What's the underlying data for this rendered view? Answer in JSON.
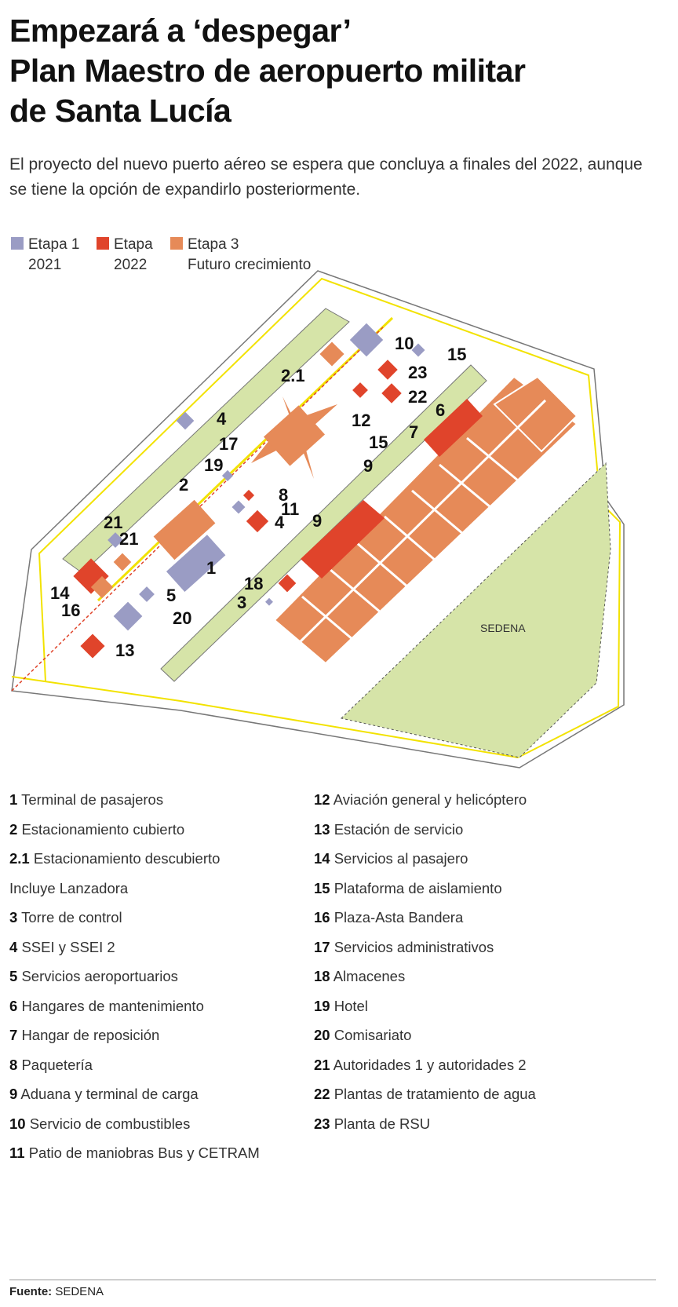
{
  "title": [
    "Empezará a ‘despegar’",
    "Plan Maestro de aeropuerto militar",
    "de Santa Lucía"
  ],
  "subtitle": "El proyecto del nuevo puerto aéreo se espera que concluya a finales del 2022, aunque se tiene la opción de expandirlo posteriormente.",
  "legend": [
    {
      "line1": "Etapa 1",
      "line2": "2021",
      "color": "#9a9cc4"
    },
    {
      "line1": "Etapa",
      "line2": "2022",
      "color": "#e0442b"
    },
    {
      "line1": "Etapa 3",
      "line2": "Futuro crecimiento",
      "color": "#e68a58"
    }
  ],
  "colors": {
    "green": "#d6e4a8",
    "yellow": "#f2e200",
    "outline": "#777777"
  },
  "map_labels": [
    "10",
    "15",
    "23",
    "22",
    "12",
    "15",
    "2.1",
    "4",
    "6",
    "7",
    "9",
    "17",
    "19",
    "8",
    "11",
    "4",
    "9",
    "2",
    "21",
    "21",
    "1",
    "18",
    "3",
    "5",
    "14",
    "16",
    "20",
    "13"
  ],
  "map_area_label": "SEDENA",
  "items_left": [
    {
      "n": "1",
      "t": "Terminal de pasajeros"
    },
    {
      "n": "2",
      "t": "Estacionamiento cubierto"
    },
    {
      "n": "2.1",
      "t": "Estacionamiento descubierto"
    },
    {
      "n": "",
      "t": "Incluye Lanzadora"
    },
    {
      "n": "3",
      "t": "Torre de control"
    },
    {
      "n": "4",
      "t": "SSEI y SSEI 2"
    },
    {
      "n": "5",
      "t": "Servicios aeroportuarios"
    },
    {
      "n": "6",
      "t": "Hangares de mantenimiento"
    },
    {
      "n": "7",
      "t": "Hangar de reposición"
    },
    {
      "n": "8",
      "t": "Paquetería"
    },
    {
      "n": "9",
      "t": "Aduana y terminal de carga"
    },
    {
      "n": "10",
      "t": "Servicio de combustibles"
    },
    {
      "n": "11",
      "t": "Patio de maniobras Bus y CETRAM"
    }
  ],
  "items_right": [
    {
      "n": "12",
      "t": "Aviación general y helicóptero"
    },
    {
      "n": "13",
      "t": "Estación de servicio"
    },
    {
      "n": "14",
      "t": "Servicios al pasajero"
    },
    {
      "n": "15",
      "t": "Plataforma de aislamiento"
    },
    {
      "n": "16",
      "t": "Plaza-Asta Bandera"
    },
    {
      "n": "17",
      "t": "Servicios administrativos"
    },
    {
      "n": "18",
      "t": "Almacenes"
    },
    {
      "n": "19",
      "t": "Hotel"
    },
    {
      "n": "20",
      "t": "Comisariato"
    },
    {
      "n": "21",
      "t": "Autoridades 1 y autoridades 2"
    },
    {
      "n": "22",
      "t": "Plantas de tratamiento de agua"
    },
    {
      "n": "23",
      "t": "Planta de RSU"
    }
  ],
  "source_label": "Fuente:",
  "source": "SEDENA"
}
